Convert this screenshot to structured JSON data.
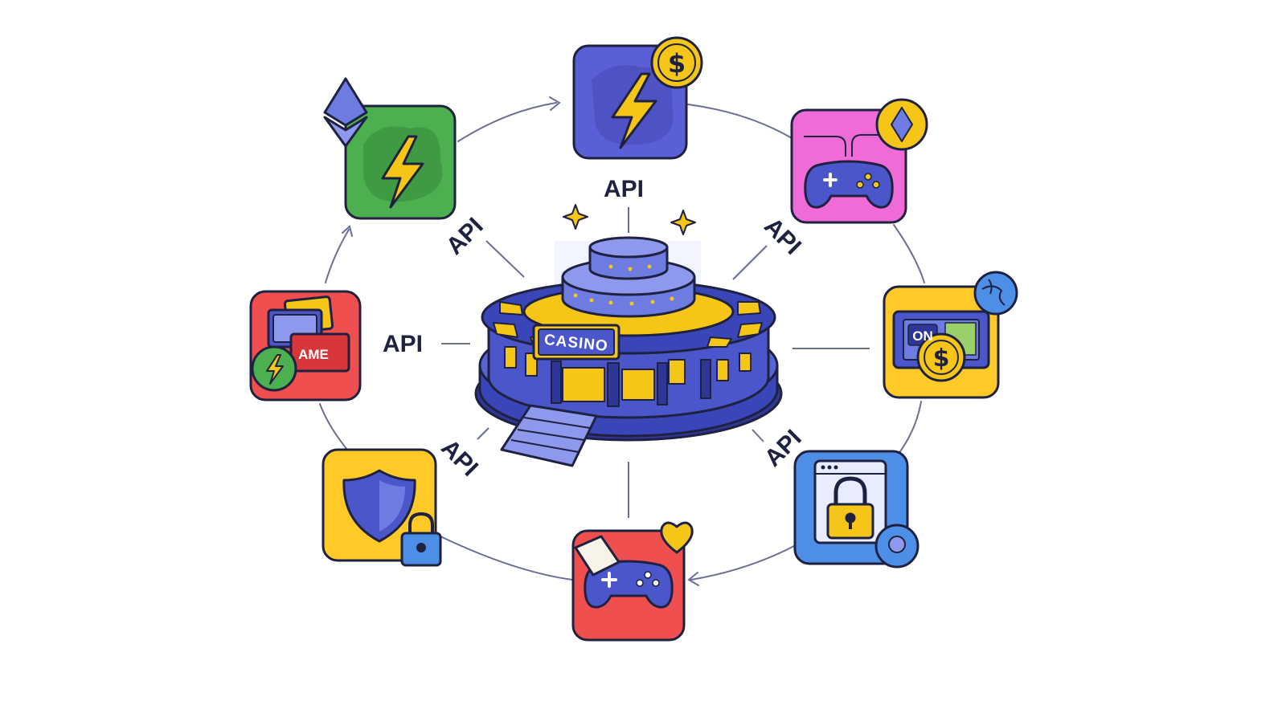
{
  "diagram": {
    "center": {
      "sign_text": "CASINO"
    },
    "api_labels": [
      "API",
      "API",
      "API",
      "API",
      "API",
      "API"
    ],
    "nodes": [
      {
        "name": "ethereum-lightning-app",
        "icon": "lightning-icon",
        "badge": "ethereum-icon",
        "color": "#4caf50"
      },
      {
        "name": "payments-lightning-app",
        "icon": "lightning-icon",
        "badge": "dollar-coin-icon",
        "badge_text": "$",
        "color": "#5b5fd6"
      },
      {
        "name": "crypto-gaming-app",
        "icon": "gamepad-icon",
        "badge": "ethereum-icon",
        "color": "#f06ad8"
      },
      {
        "name": "online-payments-screen",
        "icon": "screen-icon",
        "badge": "dollar-coin-icon",
        "badge_text": "$",
        "screen_text": "ON",
        "color": "#ffc928"
      },
      {
        "name": "secure-browser-app",
        "icon": "padlock-icon",
        "badge": "search-icon",
        "color": "#4d8fe6"
      },
      {
        "name": "favorite-games-app",
        "icon": "gamepad-icon",
        "badge": "heart-icon",
        "color": "#ef4f4f"
      },
      {
        "name": "security-shield-app",
        "icon": "shield-icon",
        "badge": "padlock-icon",
        "color": "#ffc928"
      },
      {
        "name": "game-cards-app",
        "icon": "game-cards-icon",
        "badge": "lightning-icon",
        "card_text": "AME",
        "color": "#ef4f4f"
      }
    ],
    "colors": {
      "outline": "#1e2240",
      "casino_blue": "#4a56c9",
      "gold": "#f5c518",
      "line": "#6a6f93"
    }
  }
}
